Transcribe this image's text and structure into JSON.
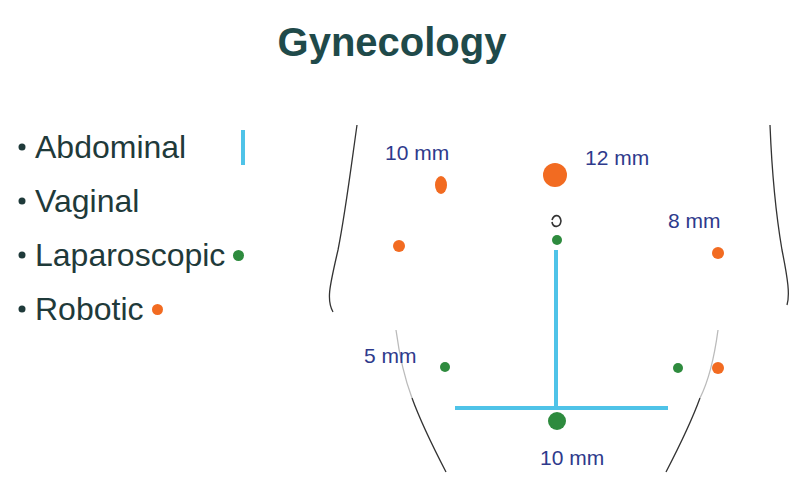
{
  "diagram": {
    "title": "Gynecology",
    "labels": [
      "10 mm",
      "12 mm",
      "8 mm",
      "5 mm",
      "10 mm"
    ],
    "legend": [
      {
        "text": "Abdominal"
      },
      {
        "text": "Vaginal"
      },
      {
        "text": "Laparoscopic",
        "color": "#2e8b3e"
      },
      {
        "text": "Robotic",
        "color": "#f26b21"
      }
    ]
  }
}
